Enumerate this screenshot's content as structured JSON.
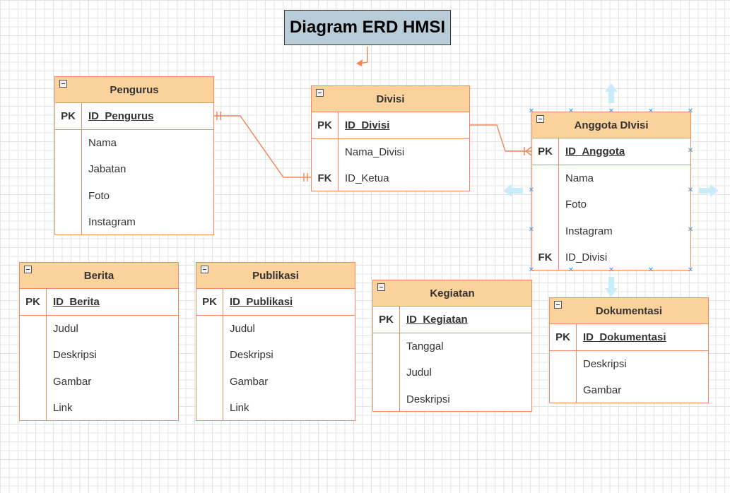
{
  "title": "Diagram ERD HMSI",
  "entities": {
    "pengurus": {
      "name": "Pengurus",
      "pk": {
        "key": "PK",
        "attr": "ID_Pengurus"
      },
      "attrs": [
        {
          "key": "",
          "attr": "Nama"
        },
        {
          "key": "",
          "attr": "Jabatan"
        },
        {
          "key": "",
          "attr": "Foto"
        },
        {
          "key": "",
          "attr": "Instagram"
        }
      ]
    },
    "divisi": {
      "name": "Divisi",
      "pk": {
        "key": "PK",
        "attr": "ID_Divisi"
      },
      "attrs": [
        {
          "key": "",
          "attr": "Nama_Divisi"
        },
        {
          "key": "FK",
          "attr": "ID_Ketua"
        }
      ]
    },
    "anggota": {
      "name": "Anggota DIvisi",
      "pk": {
        "key": "PK",
        "attr": "ID_Anggota"
      },
      "attrs": [
        {
          "key": "",
          "attr": "Nama"
        },
        {
          "key": "",
          "attr": "Foto"
        },
        {
          "key": "",
          "attr": "Instagram"
        },
        {
          "key": "FK",
          "attr": "ID_Divisi"
        }
      ]
    },
    "berita": {
      "name": "Berita",
      "pk": {
        "key": "PK",
        "attr": "ID_Berita"
      },
      "attrs": [
        {
          "key": "",
          "attr": "Judul"
        },
        {
          "key": "",
          "attr": "Deskripsi"
        },
        {
          "key": "",
          "attr": "Gambar"
        },
        {
          "key": "",
          "attr": "Link"
        }
      ]
    },
    "publikasi": {
      "name": "Publikasi",
      "pk": {
        "key": "PK",
        "attr": "ID_Publikasi"
      },
      "attrs": [
        {
          "key": "",
          "attr": "Judul"
        },
        {
          "key": "",
          "attr": "Deskripsi"
        },
        {
          "key": "",
          "attr": "Gambar"
        },
        {
          "key": "",
          "attr": "Link"
        }
      ]
    },
    "kegiatan": {
      "name": "Kegiatan",
      "pk": {
        "key": "PK",
        "attr": "ID_Kegiatan"
      },
      "attrs": [
        {
          "key": "",
          "attr": "Tanggal"
        },
        {
          "key": "",
          "attr": "Judul"
        },
        {
          "key": "",
          "attr": "Deskripsi"
        }
      ]
    },
    "dokumentasi": {
      "name": "Dokumentasi",
      "pk": {
        "key": "PK",
        "attr": "ID_Dokumentasi"
      },
      "attrs": [
        {
          "key": "",
          "attr": "Deskripsi"
        },
        {
          "key": "",
          "attr": "Gambar"
        }
      ]
    }
  },
  "relationships": [
    {
      "from": "Pengurus.ID_Pengurus",
      "to": "Divisi.ID_Ketua",
      "type": "one-to-one"
    },
    {
      "from": "Divisi.ID_Divisi",
      "to": "Anggota DIvisi.ID_Anggota",
      "type": "one-to-many"
    }
  ],
  "colors": {
    "entity_header": "#fcd29c",
    "entity_border": "#f08a5e",
    "title_fill": "#b9cdd9",
    "selection": "#3d9ade",
    "arrow_hint": "#c9ecfb"
  }
}
